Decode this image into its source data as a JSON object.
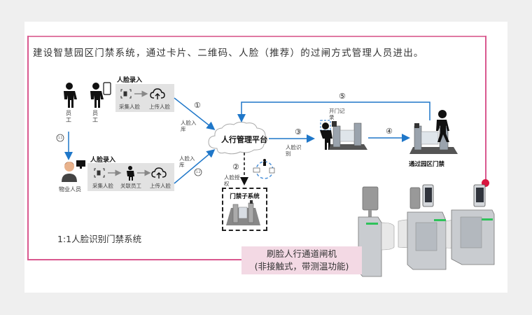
{
  "headline": "建设智慧园区门禁系统，通过卡片、二维码、人脸（推荐）的过闸方式管理人员进出。",
  "system_title": "1:1人脸识别门禁系统",
  "product_label": {
    "line1": "刷脸人行通道闸机",
    "line2": "(非接触式，带测温功能)"
  },
  "colors": {
    "frame": "#d9588f",
    "dot": "#d8163f",
    "arrow": "#1f77c9",
    "label_bg": "#f3d9e4"
  },
  "diagram": {
    "employees": [
      {
        "label": "员\n工",
        "l1": "员",
        "l2": "工"
      },
      {
        "label": "员\n工",
        "l1": "员",
        "l2": "工"
      }
    ],
    "property_staff": "物业人员",
    "face_entry_top": {
      "title": "人脸录入",
      "steps": [
        "采集人脸",
        "上传人脸"
      ]
    },
    "face_entry_bottom": {
      "title": "人脸录入",
      "steps": [
        "采集人脸",
        "关联员工",
        "上传人脸"
      ]
    },
    "edge_labels": {
      "face_db_top": [
        "人脸入",
        "库"
      ],
      "face_db_bottom": [
        "人脸入",
        "库"
      ],
      "face_auth": [
        "人脸授",
        "权"
      ],
      "face_recog": [
        "人脸识",
        "别"
      ],
      "door_record": [
        "开门记",
        "录"
      ]
    },
    "step_markers": {
      "s1": "①",
      "s2": "②",
      "s3": "③",
      "s4": "④",
      "s5": "⑤",
      "s11": "1.1",
      "s12": "1.2"
    },
    "platform": "人行管理平台",
    "subsystem": "门禁子系统",
    "pass_gate": "通过园区门禁"
  }
}
